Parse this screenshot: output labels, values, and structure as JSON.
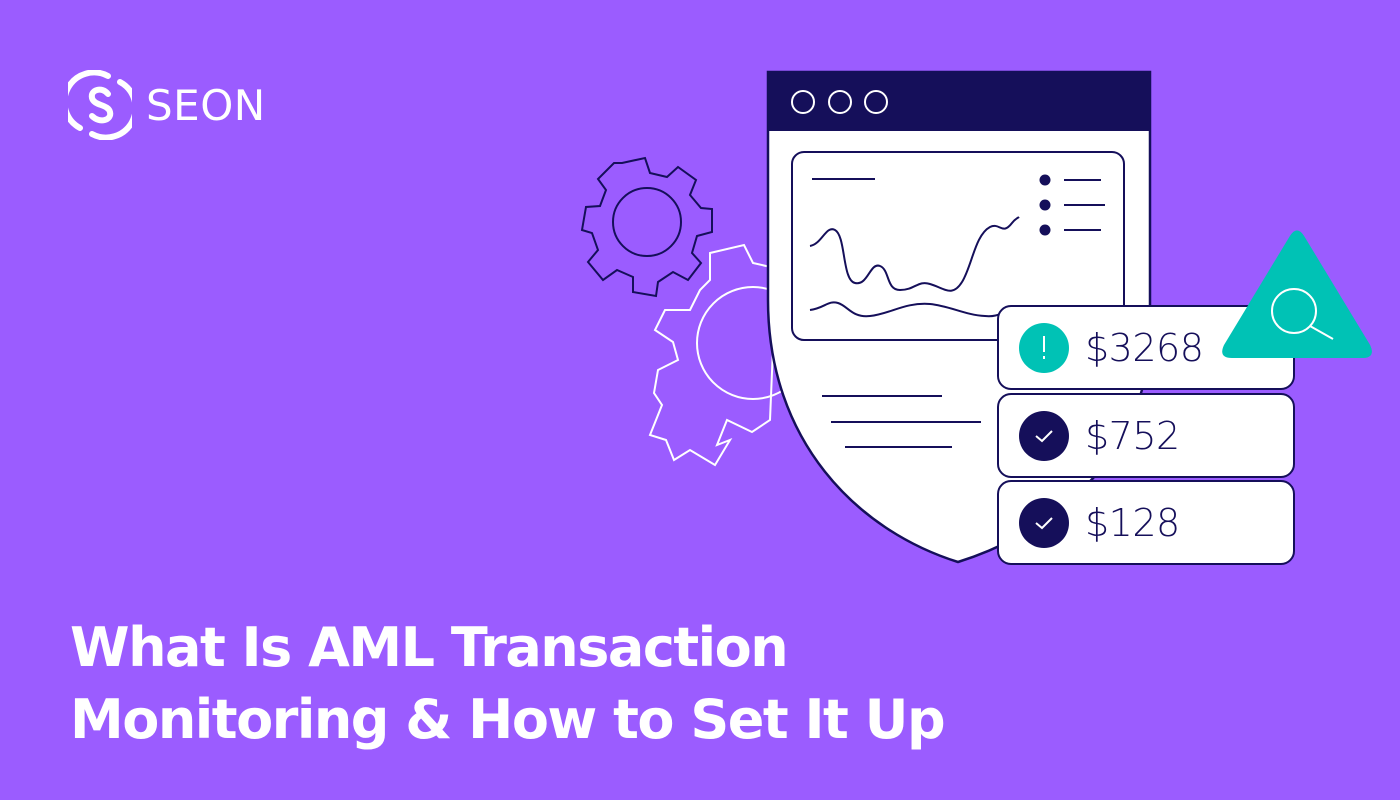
{
  "brand": {
    "name": "SEON",
    "logo_icon": "seon-swirl-icon"
  },
  "headline": {
    "line1": "What Is AML Transaction",
    "line2": "Monitoring & How to Set It Up"
  },
  "illustration": {
    "window_dots": 3,
    "transactions": [
      {
        "amount": "$3268",
        "status": "flagged",
        "icon": "exclamation-icon",
        "color": "#00c2b5"
      },
      {
        "amount": "$752",
        "status": "approved",
        "icon": "check-icon",
        "color": "#150f5a"
      },
      {
        "amount": "$128",
        "status": "approved",
        "icon": "check-icon",
        "color": "#150f5a"
      }
    ],
    "alert_icon": "search-triangle-icon"
  },
  "colors": {
    "background": "#9b5cff",
    "navy": "#150f5a",
    "teal": "#00c2b5",
    "white": "#ffffff"
  }
}
